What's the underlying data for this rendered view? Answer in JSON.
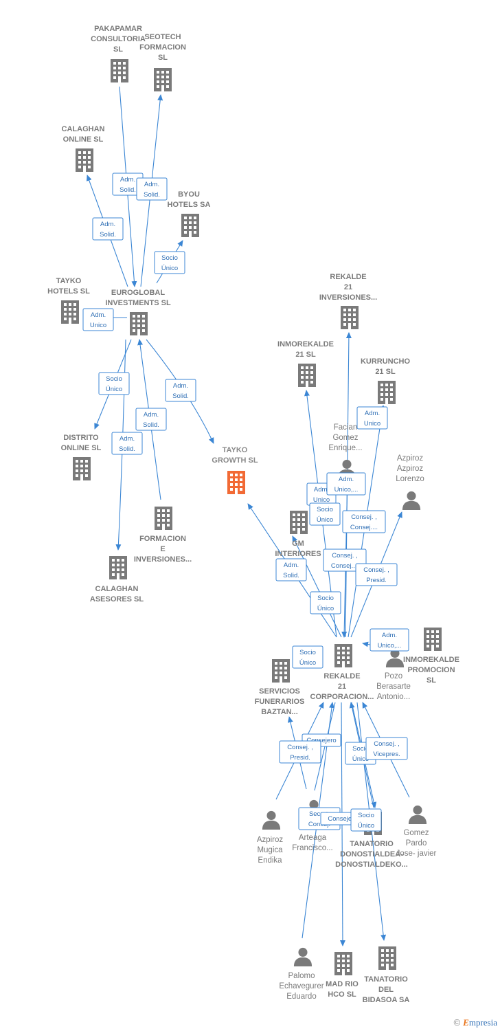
{
  "colors": {
    "edge": "#3b86d4",
    "node": "#7a7a7a",
    "focus": "#f26a35"
  },
  "brand": {
    "copyright": "©",
    "initial": "E",
    "rest": "mpresia"
  },
  "nodes": [
    {
      "id": "pakapamar",
      "kind": "company",
      "lines": [
        "PAKAPAMAR",
        "CONSULTORIA",
        "SL"
      ]
    },
    {
      "id": "seotech",
      "kind": "company",
      "lines": [
        "SEOTECH",
        "FORMACION",
        "SL"
      ]
    },
    {
      "id": "calaghan_online",
      "kind": "company",
      "lines": [
        "CALAGHAN",
        "ONLINE SL"
      ]
    },
    {
      "id": "byou",
      "kind": "company",
      "lines": [
        "BYOU",
        "HOTELS SA"
      ]
    },
    {
      "id": "tayko_hotels",
      "kind": "company",
      "lines": [
        "TAYKO",
        "HOTELS  SL"
      ]
    },
    {
      "id": "euroglobal",
      "kind": "company",
      "lines": [
        "EUROGLOBAL",
        "INVESTMENTS SL"
      ]
    },
    {
      "id": "distrito",
      "kind": "company",
      "lines": [
        "DISTRITO",
        "ONLINE SL"
      ]
    },
    {
      "id": "tayko_growth",
      "kind": "focus",
      "lines": [
        "TAYKO",
        "GROWTH  SL"
      ]
    },
    {
      "id": "formacion_inv",
      "kind": "company",
      "lines": [
        "FORMACION",
        "E",
        "INVERSIONES..."
      ]
    },
    {
      "id": "calaghan_asesores",
      "kind": "company",
      "lines": [
        "CALAGHAN",
        "ASESORES SL"
      ]
    },
    {
      "id": "rekalde_inv",
      "kind": "company",
      "lines": [
        "REKALDE",
        "21",
        "INVERSIONES..."
      ]
    },
    {
      "id": "inmorekalde21",
      "kind": "company",
      "lines": [
        "INMOREKALDE",
        "21  SL"
      ]
    },
    {
      "id": "kurruncho",
      "kind": "company",
      "lines": [
        "KURRUNCHO",
        "21  SL"
      ]
    },
    {
      "id": "facian",
      "kind": "person",
      "lines": [
        "Facian",
        "Gomez",
        "Enrique..."
      ]
    },
    {
      "id": "azpiroz_lorenzo",
      "kind": "person",
      "lines": [
        "Azpiroz",
        "Azpiroz",
        "Lorenzo"
      ]
    },
    {
      "id": "gm_interiores",
      "kind": "company",
      "lines": [
        "GM",
        "INTERIORES",
        "SL"
      ]
    },
    {
      "id": "rekalde_corp",
      "kind": "company",
      "lines": [
        "REKALDE",
        "21",
        "CORPORACION..."
      ]
    },
    {
      "id": "servicios",
      "kind": "company",
      "lines": [
        "SERVICIOS",
        "FUNERARIOS",
        "BAZTAN..."
      ]
    },
    {
      "id": "pozo",
      "kind": "person",
      "lines": [
        "Pozo",
        "Berasarte",
        "Antonio..."
      ]
    },
    {
      "id": "inmorekalde_prom",
      "kind": "company",
      "lines": [
        "INMOREKALDE",
        "PROMOCION",
        "SL"
      ]
    },
    {
      "id": "azpiroz_mugica",
      "kind": "person",
      "lines": [
        "Azpiroz",
        "Mugica",
        "Endika"
      ]
    },
    {
      "id": "arteaga",
      "kind": "person",
      "lines": [
        "S...",
        "Arteaga",
        "Francisco..."
      ]
    },
    {
      "id": "tanatorio_don",
      "kind": "company",
      "lines": [
        "TANATORIO",
        "DONOSTIALDEA-",
        "DONOSTIALDEKO..."
      ]
    },
    {
      "id": "gomez_pardo",
      "kind": "person",
      "lines": [
        "Gomez",
        "Pardo",
        "Jose- javier"
      ]
    },
    {
      "id": "palomo",
      "kind": "person",
      "lines": [
        "Palomo",
        "Echavegurer",
        "Eduardo"
      ]
    },
    {
      "id": "mad_rio",
      "kind": "company",
      "lines": [
        "MAD RIO",
        "HCO  SL"
      ]
    },
    {
      "id": "tanatorio_bid",
      "kind": "company",
      "lines": [
        "TANATORIO",
        "DEL",
        "BIDASOA SA"
      ]
    }
  ],
  "relations": [
    {
      "id": "r1",
      "lines": [
        "Adm.",
        "Solid."
      ]
    },
    {
      "id": "r2",
      "lines": [
        "Adm.",
        "Solid."
      ]
    },
    {
      "id": "r3",
      "lines": [
        "Adm.",
        "Solid."
      ]
    },
    {
      "id": "r4",
      "lines": [
        "Socio",
        "Único"
      ]
    },
    {
      "id": "r5",
      "lines": [
        "Adm.",
        "Unico"
      ]
    },
    {
      "id": "r6",
      "lines": [
        "Socio",
        "Único"
      ]
    },
    {
      "id": "r7",
      "lines": [
        "Adm.",
        "Solid."
      ]
    },
    {
      "id": "r8",
      "lines": [
        "Adm.",
        "Solid."
      ]
    },
    {
      "id": "r9",
      "lines": [
        "Adm.",
        "Solid."
      ]
    },
    {
      "id": "r10",
      "lines": [
        "Adm.",
        "Unico"
      ]
    },
    {
      "id": "r11",
      "lines": [
        "Adm.",
        "Unico,..."
      ]
    },
    {
      "id": "r12",
      "lines": [
        "Adm.",
        "Unico"
      ]
    },
    {
      "id": "r13",
      "lines": [
        "Socio",
        "Único"
      ]
    },
    {
      "id": "r14",
      "lines": [
        "Consej. ,",
        "Consej...."
      ]
    },
    {
      "id": "r15",
      "lines": [
        "Consej. ,",
        "Consej...."
      ]
    },
    {
      "id": "r16",
      "lines": [
        "Adm.",
        "Solid."
      ]
    },
    {
      "id": "r17",
      "lines": [
        "Consej. ,",
        "Presid."
      ]
    },
    {
      "id": "r18",
      "lines": [
        "Socio",
        "Único"
      ]
    },
    {
      "id": "r19",
      "lines": [
        "Adm.",
        "Unico,..."
      ]
    },
    {
      "id": "r20",
      "lines": [
        "Socio",
        "Único"
      ]
    },
    {
      "id": "r21",
      "lines": [
        "Consejero"
      ]
    },
    {
      "id": "r22",
      "lines": [
        "Consej. ,",
        "Presid."
      ]
    },
    {
      "id": "r23",
      "lines": [
        "Socio",
        "Único"
      ]
    },
    {
      "id": "r24",
      "lines": [
        "Consej. ,",
        "Vicepres."
      ]
    },
    {
      "id": "r25",
      "lines": [
        "Secret.",
        "Consej."
      ]
    },
    {
      "id": "r26",
      "lines": [
        "Consejero"
      ]
    },
    {
      "id": "r27",
      "lines": [
        "Socio",
        "Único"
      ]
    }
  ]
}
